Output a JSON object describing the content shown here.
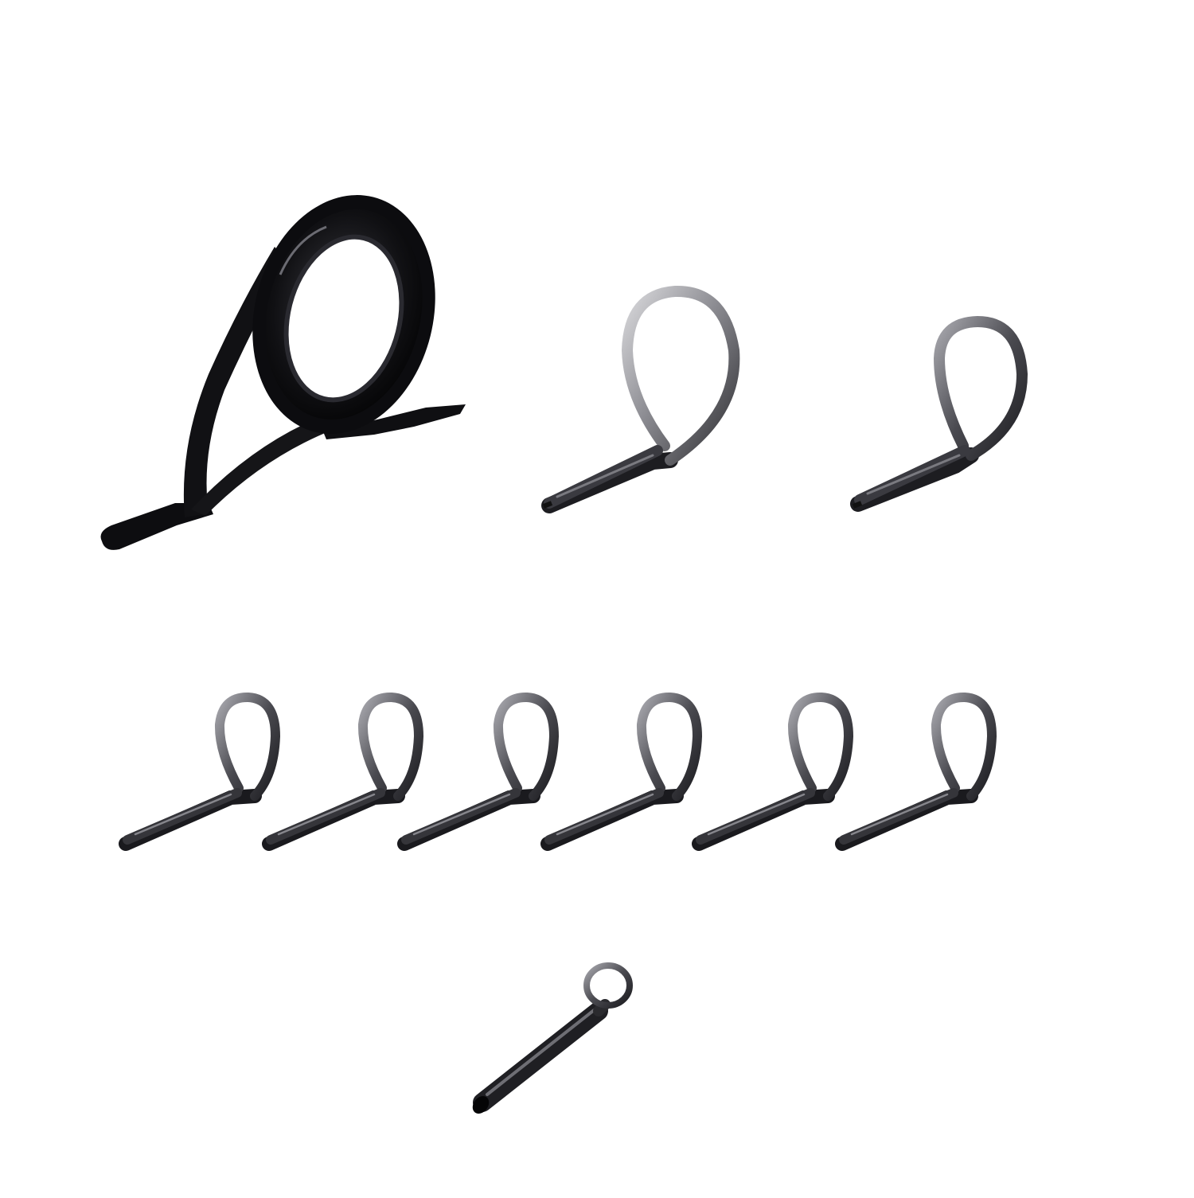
{
  "photo": {
    "background_color": "#ffffff",
    "items": [
      {
        "kind": "stripping-guide-with-ring-insert",
        "count": 1,
        "frame_color": "#0d0d10",
        "ring_color": "#1a1a1f"
      },
      {
        "kind": "snake-wire-guide",
        "count": 2,
        "frame_color": "#2b2b2f",
        "highlight_color": "#c9c9cc"
      },
      {
        "kind": "small-snake-wire-guide",
        "count": 6,
        "frame_color": "#2a2a2e",
        "highlight_color": "#9a9aa0"
      },
      {
        "kind": "tip-top-guide",
        "count": 1,
        "frame_color": "#2a2a2e",
        "highlight_color": "#8e8e94"
      }
    ]
  }
}
